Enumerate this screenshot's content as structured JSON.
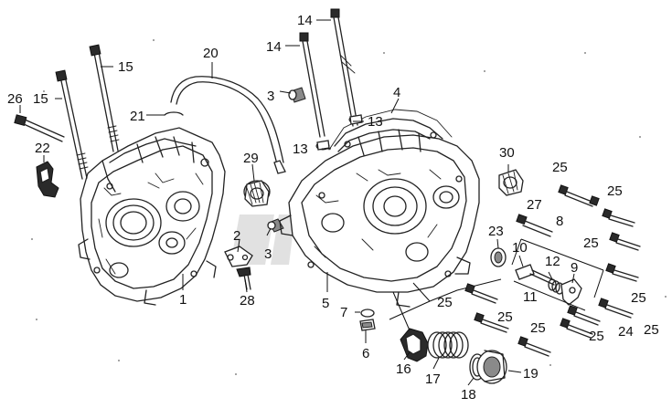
{
  "diagram": {
    "labels": [
      {
        "id": "l1",
        "text": "1"
      },
      {
        "id": "l2",
        "text": "2"
      },
      {
        "id": "l3a",
        "text": "3"
      },
      {
        "id": "l3b",
        "text": "3"
      },
      {
        "id": "l4",
        "text": "4"
      },
      {
        "id": "l5",
        "text": "5"
      },
      {
        "id": "l6",
        "text": "6"
      },
      {
        "id": "l7",
        "text": "7"
      },
      {
        "id": "l8",
        "text": "8"
      },
      {
        "id": "l9",
        "text": "9"
      },
      {
        "id": "l10",
        "text": "10"
      },
      {
        "id": "l11",
        "text": "11"
      },
      {
        "id": "l12",
        "text": "12"
      },
      {
        "id": "l13a",
        "text": "13"
      },
      {
        "id": "l13b",
        "text": "13"
      },
      {
        "id": "l14a",
        "text": "14"
      },
      {
        "id": "l14b",
        "text": "14"
      },
      {
        "id": "l15a",
        "text": "15"
      },
      {
        "id": "l15b",
        "text": "15"
      },
      {
        "id": "l16",
        "text": "16"
      },
      {
        "id": "l17",
        "text": "17"
      },
      {
        "id": "l18",
        "text": "18"
      },
      {
        "id": "l19",
        "text": "19"
      },
      {
        "id": "l20",
        "text": "20"
      },
      {
        "id": "l21",
        "text": "21"
      },
      {
        "id": "l22",
        "text": "22"
      },
      {
        "id": "l23",
        "text": "23"
      },
      {
        "id": "l24",
        "text": "24"
      },
      {
        "id": "l25a",
        "text": "25"
      },
      {
        "id": "l25b",
        "text": "25"
      },
      {
        "id": "l25c",
        "text": "25"
      },
      {
        "id": "l25d",
        "text": "25"
      },
      {
        "id": "l25e",
        "text": "25"
      },
      {
        "id": "l25f",
        "text": "25"
      },
      {
        "id": "l25g",
        "text": "25"
      },
      {
        "id": "l25h",
        "text": "25"
      },
      {
        "id": "l25i",
        "text": "25"
      },
      {
        "id": "l26",
        "text": "26"
      },
      {
        "id": "l27",
        "text": "27"
      },
      {
        "id": "l28",
        "text": "28"
      },
      {
        "id": "l29",
        "text": "29"
      },
      {
        "id": "l30",
        "text": "30"
      }
    ]
  }
}
